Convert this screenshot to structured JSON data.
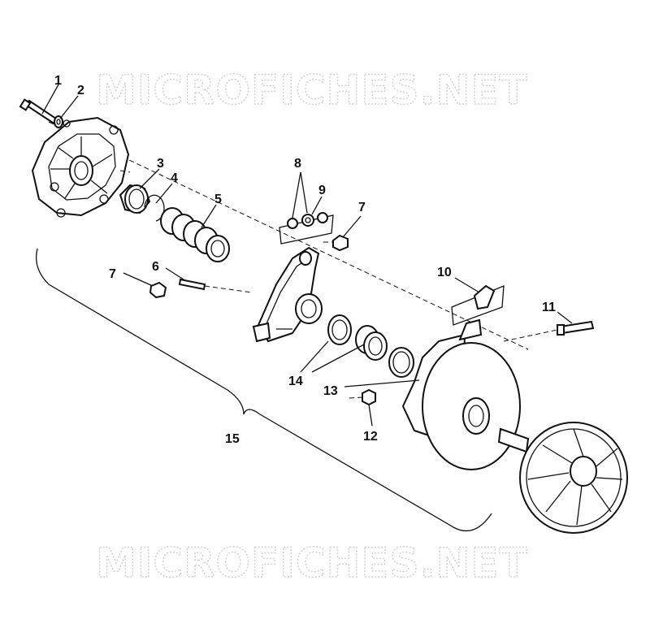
{
  "watermark": {
    "top": "MICROFICHES.NET",
    "bottom": "MICROFICHES.NET"
  },
  "callouts": {
    "c1": "1",
    "c2": "2",
    "c3": "3",
    "c4": "4",
    "c5": "5",
    "c6": "6",
    "c7a": "7",
    "c7b": "7",
    "c8": "8",
    "c9": "9",
    "c10": "10",
    "c11": "11",
    "c12": "12",
    "c13": "13",
    "c14": "14",
    "c15": "15"
  },
  "colors": {
    "line": "#111111",
    "watermark": "#cfcfcf",
    "background": "#ffffff"
  }
}
